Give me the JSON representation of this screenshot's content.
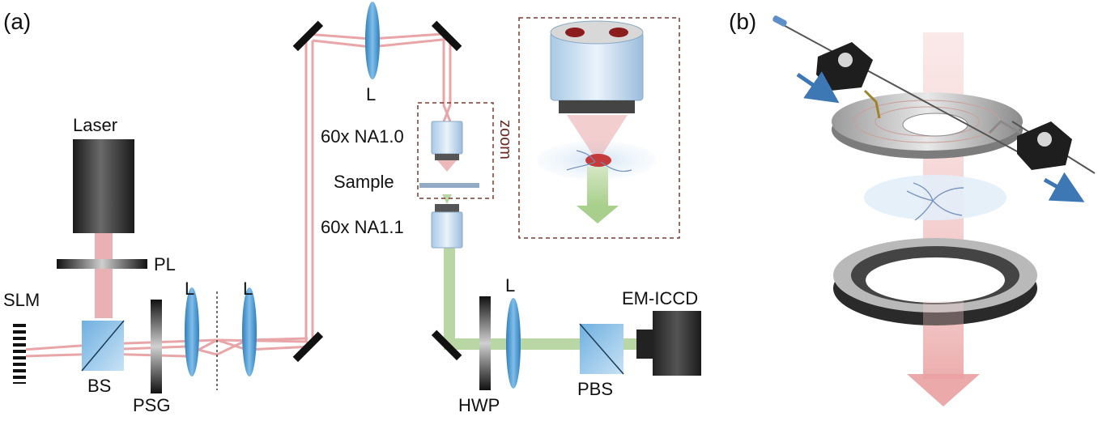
{
  "panels": {
    "a": "(a)",
    "b": "(b)"
  },
  "labels": {
    "laser": "Laser",
    "pl": "PL",
    "slm": "SLM",
    "bs": "BS",
    "psg": "PSG",
    "lens1": "L",
    "lens2": "L",
    "lens_top": "L",
    "obj_top": "60x NA1.0",
    "sample": "Sample",
    "obj_bottom": "60x NA1.1",
    "zoom": "zoom",
    "lens_det": "L",
    "hwp": "HWP",
    "pbs": "PBS",
    "camera": "EM-ICCD"
  },
  "colors": {
    "beam_red": "#e8a6a8",
    "beam_green": "#b9d7a4",
    "lens_blue": "#3f8fcc",
    "zoom_border": "#7a3a33",
    "arrow_blue": "#3d78b5",
    "cube_blue": "#8cbfe6"
  }
}
